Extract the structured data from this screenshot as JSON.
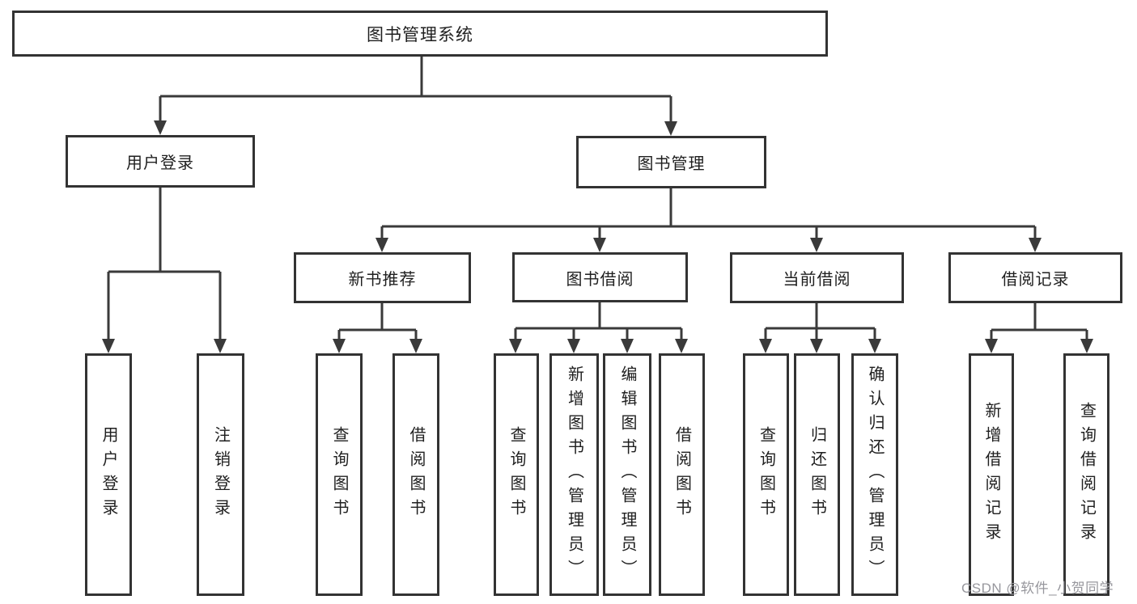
{
  "diagram_type": "hierarchy-tree",
  "tree": {
    "root": {
      "label": "图书管理系统",
      "children": [
        {
          "label": "用户登录",
          "children": [
            {
              "label": "用户登录"
            },
            {
              "label": "注销登录"
            }
          ]
        },
        {
          "label": "图书管理",
          "children": [
            {
              "label": "新书推荐",
              "children": [
                {
                  "label": "查询图书"
                },
                {
                  "label": "借阅图书"
                }
              ]
            },
            {
              "label": "图书借阅",
              "children": [
                {
                  "label": "查询图书"
                },
                {
                  "label": "新增图书（管理员）"
                },
                {
                  "label": "编辑图书（管理员）"
                },
                {
                  "label": "借阅图书"
                }
              ]
            },
            {
              "label": "当前借阅",
              "children": [
                {
                  "label": "查询图书"
                },
                {
                  "label": "归还图书"
                },
                {
                  "label": "确认归还（管理员）"
                }
              ]
            },
            {
              "label": "借阅记录",
              "children": [
                {
                  "label": "新增借阅记录"
                },
                {
                  "label": "查询借阅记录"
                }
              ]
            }
          ]
        }
      ]
    }
  },
  "watermark": {
    "text": "CSDN @软件_小贺同学"
  },
  "colors": {
    "line": "#3a3a3a",
    "box_border": "#333333",
    "text": "#1f1f1f",
    "background": "#ffffff",
    "watermark": "#97979d"
  }
}
